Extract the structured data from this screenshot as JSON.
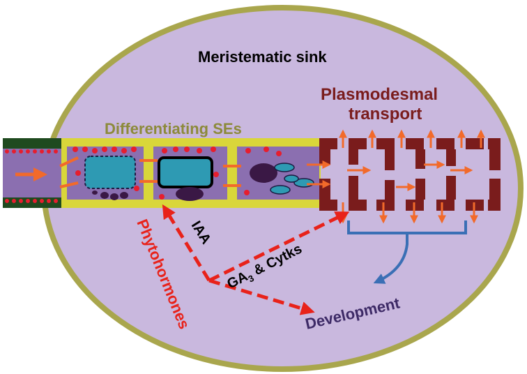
{
  "labels": {
    "meristematic_sink": "Meristematic sink",
    "differentiating_ses": "Differentiating SEs",
    "plasmodesmal_line1": "Plasmodesmal",
    "plasmodesmal_line2": "transport",
    "phytohormones": "Phytohormones",
    "iaa": "IAA",
    "ga_prefix": "GA",
    "ga_subscript": "3",
    "ga_suffix": " & Cytks",
    "development": "Development"
  },
  "colors": {
    "ellipse_fill": "#c9b8de",
    "ellipse_border": "#a9a64d",
    "sieve_tube": "#8b6fb0",
    "sieve_tube_border": "#d9d63a",
    "sieve_plate": "#1f4a1f",
    "plasmodesmal_cells": "#7a1c1c",
    "arrow_orange": "#f26a2a",
    "hormone_red": "#e8221a",
    "development_blue": "#3a6fb5",
    "plastid": "#2e9ab3",
    "dark_body": "#3a1845",
    "red_dot": "#e61e2e"
  }
}
